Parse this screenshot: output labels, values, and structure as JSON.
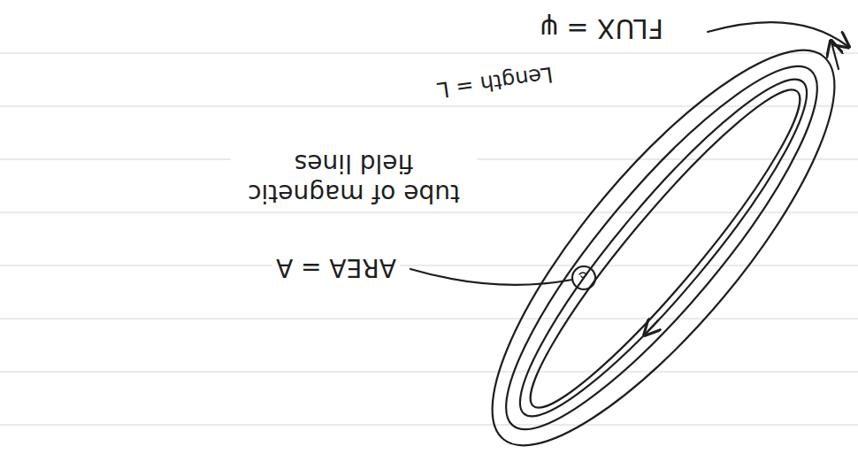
{
  "diagram": {
    "labels": [
      "FLUX = ψ",
      "Length = L",
      "AREA = A",
      "tube of magnetic field lines"
    ]
  }
}
